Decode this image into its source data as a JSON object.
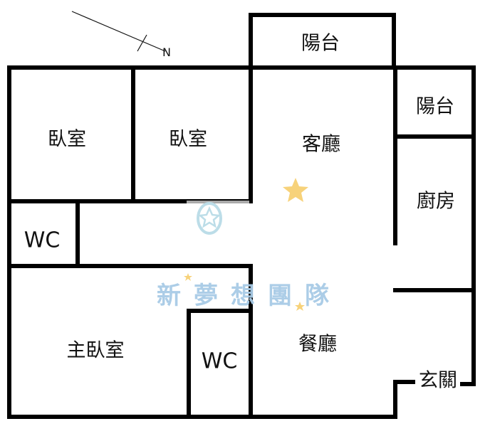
{
  "plan": {
    "compass": {
      "label": "N"
    },
    "rooms": [
      {
        "id": "balcony-top",
        "label": "陽台"
      },
      {
        "id": "balcony-right",
        "label": "陽台"
      },
      {
        "id": "bedroom-1",
        "label": "臥室"
      },
      {
        "id": "bedroom-2",
        "label": "臥室"
      },
      {
        "id": "living-room",
        "label": "客廳"
      },
      {
        "id": "kitchen",
        "label": "廚房"
      },
      {
        "id": "wc-1",
        "label": "WC"
      },
      {
        "id": "master-bedroom",
        "label": "主臥室"
      },
      {
        "id": "wc-2",
        "label": "WC"
      },
      {
        "id": "dining-room",
        "label": "餐廳"
      },
      {
        "id": "entrance",
        "label": "玄關"
      }
    ],
    "watermark": {
      "text": "新夢想團隊"
    },
    "colors": {
      "wall": "#000000",
      "watermark": "#a8cbe6",
      "star": "#f7d27a"
    }
  }
}
